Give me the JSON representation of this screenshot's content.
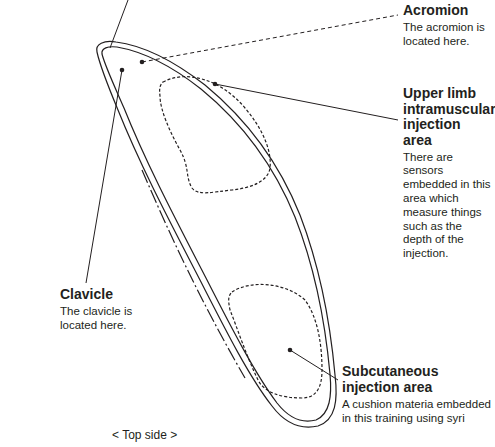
{
  "diagram": {
    "labels": [
      "Acromion",
      "The acromion is located here.",
      "Upper limb intramuscular injection area",
      "There are sensors embedded in this area which measure things such as the depth of the injection.",
      "Clavicle",
      "The clavicle is located here.",
      "Subcutaneous injection area",
      "A cushion materia embedded in this training using syri",
      "< Top side >"
    ]
  }
}
